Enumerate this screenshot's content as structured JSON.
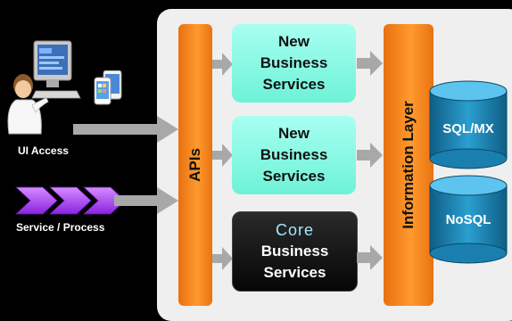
{
  "left": {
    "ui_access_label": "UI Access",
    "service_process_label": "Service  / Process"
  },
  "apis": {
    "label": "APIs"
  },
  "services": [
    {
      "line1": "New",
      "line2": "Business",
      "line3": "Services",
      "kind": "new"
    },
    {
      "line1": "New",
      "line2": "Business",
      "line3": "Services",
      "kind": "new"
    },
    {
      "line1": "Core",
      "line2": "Business",
      "line3": "Services",
      "kind": "core"
    }
  ],
  "information_layer": {
    "label": "Information Layer"
  },
  "databases": [
    {
      "label": "SQL/MX"
    },
    {
      "label": "NoSQL"
    }
  ],
  "colors": {
    "background": "#000000",
    "panel": "#efefef",
    "orange": "#f7861f",
    "teal": "#7ef5dd",
    "core": "#0a0a0a",
    "database": "#1a8bb5",
    "chevron": "#a23cf0",
    "arrow": "#9a9a9a"
  },
  "icons": [
    "user-at-computer-icon",
    "mobile-devices-icon",
    "chevron-flow-icon"
  ]
}
